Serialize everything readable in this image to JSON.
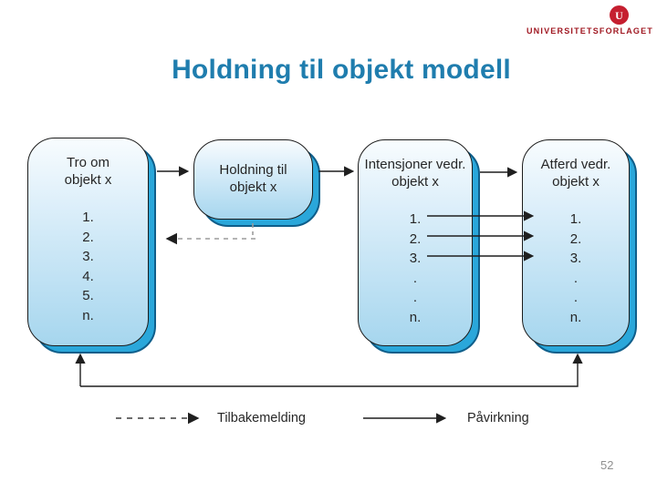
{
  "logo": {
    "mark": "U",
    "text": "UNIVERSITETSFORLAGET"
  },
  "title": "Holdning til objekt modell",
  "boxes": [
    {
      "title_lines": [
        "Tro om",
        "objekt x"
      ],
      "items": [
        "1.",
        "2.",
        "3.",
        "4.",
        "5.",
        "n."
      ]
    },
    {
      "title_lines": [
        "Holdning til",
        "objekt x"
      ],
      "items": []
    },
    {
      "title_lines": [
        "Intensjoner vedr.",
        "objekt x"
      ],
      "items": [
        "1.",
        "2.",
        "3.",
        ".",
        ".",
        "n."
      ]
    },
    {
      "title_lines": [
        "Atferd vedr.",
        "objekt x"
      ],
      "items": [
        "1.",
        "2.",
        "3.",
        ".",
        ".",
        "n."
      ]
    }
  ],
  "legend": {
    "feedback_label": "Tilbakemelding",
    "influence_label": "Påvirkning"
  },
  "page_number": "52",
  "colors": {
    "title_blue": "#1f7dae",
    "box_shadow_blue": "#2aa7da",
    "box_fill_bottom": "#a6d6ee",
    "logo_red": "#c51f30",
    "logo_text_red": "#a01822",
    "dash_gray": "#9c9c9c",
    "line_black": "#1f1f1f"
  }
}
